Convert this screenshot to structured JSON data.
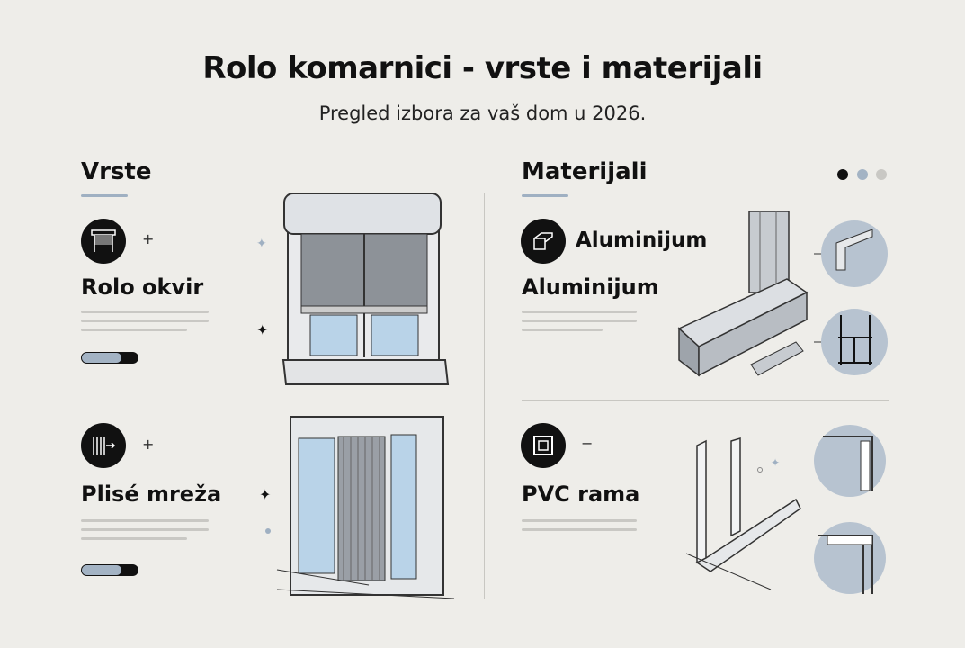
{
  "header": {
    "title": "Rolo komarnici - vrste i materijali",
    "subtitle": "Pregled izbora za vaš dom u 2026."
  },
  "types": {
    "heading": "Vrste",
    "items": [
      {
        "name": "Rolo okvir",
        "icon": "roller-frame-icon",
        "marker": "+"
      },
      {
        "name": "Plisé mreža",
        "icon": "pleated-mesh-icon",
        "marker": "+"
      }
    ]
  },
  "materials": {
    "heading": "Materijali",
    "items": [
      {
        "name": "Aluminijum",
        "icon_label": "Aluminijum",
        "icon": "aluminum-profile-icon"
      },
      {
        "name": "PVC rama",
        "icon": "pvc-frame-icon",
        "marker": "−"
      }
    ]
  },
  "colors": {
    "background": "#eeede9",
    "accent": "#9fb0c2",
    "dark": "#111111",
    "detail_circle": "#b7c3d0"
  }
}
